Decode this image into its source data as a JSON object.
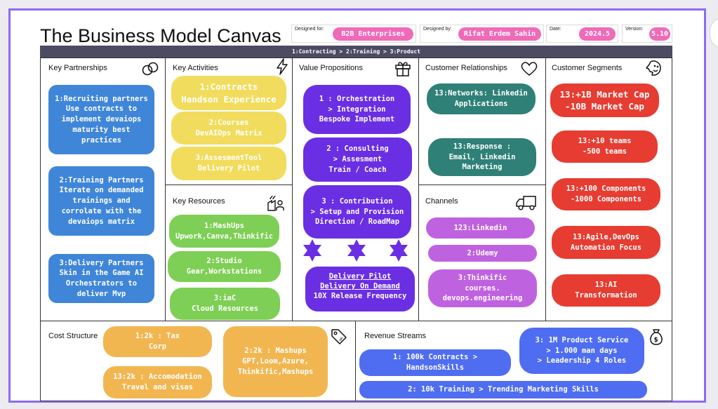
{
  "header": {
    "title": "The Business Model Canvas",
    "designed_for_label": "Designed for:",
    "designed_for_value": "B2B Enterprises",
    "designed_by_label": "Designed by:",
    "designed_by_value": "Rifat Erdem Sahin",
    "date_label": "Date:",
    "date_value": "2024.5",
    "version_label": "Version:",
    "version_value": "5.10"
  },
  "breadcrumb": "1:Contracting > 2:Training > 3:Product",
  "key_partnerships": {
    "title": "Key Partnerships",
    "items": [
      "1:Recruiting partners\nUse contracts to\nimplement devaiops\nmaturity best\npractices",
      "2:Training Partners\nIterate on demanded\ntrainings and\ncorrolate with the\ndevaiops matrix",
      "3:Delivery Partners\nSkin in the Game AI\nOrchestrators to\ndeliver Mvp"
    ]
  },
  "key_activities": {
    "title": "Key Activities",
    "items": [
      "1:Contracts\nHandson Experience",
      "2:Courses\nDevAIOps Matrix",
      "3:AssesmentTool\nDelivery Pilot"
    ]
  },
  "key_resources": {
    "title": "Key Resources",
    "items": [
      "1:MashUps\nUpwork,Canva,Thinkific",
      "2:Studio\nGear,Workstations",
      "3:iaC\nCloud Resources"
    ]
  },
  "value_propositions": {
    "title": "Value Propositions",
    "items": [
      "1 : Orchestration\n> Integration\nBespoke Implement",
      "2 : Consulting\n> Assesment\nTrain / Coach",
      "3 : Contribution\n> Setup and Provision\nDirection / RoadMap"
    ],
    "highlight_lines": [
      "Delivery Pilot",
      "Delivery On Demand",
      "10X Release Frequency"
    ]
  },
  "customer_relationships": {
    "title": "Customer Relationships",
    "items": [
      "13:Networks: Linkedin\nApplications",
      "13:Response :\nEmail, Linkedin\nMarketing"
    ]
  },
  "channels": {
    "title": "Channels",
    "items": [
      "123:Linkedin",
      "2:Udemy",
      "3:Thinkific\ncourses.\ndevops.engineering"
    ]
  },
  "customer_segments": {
    "title": "Customer Segments",
    "items": [
      "13:+1B  Market Cap\n-10B Market Cap",
      "13:+10 teams\n-500 teams",
      "13:+100 Components\n-1000 Components",
      "13:Agile,DevOps\nAutomation Focus",
      "13:AI\nTransformation"
    ]
  },
  "cost_structure": {
    "title": "Cost Structure",
    "items": [
      "1:2k : Tax\nCorp",
      "2:2k : Mashups\nGPT,Loom,Azure,\nThinkific,Mashups",
      "13:2k : Accomodation\nTravel and visas"
    ]
  },
  "revenue_streams": {
    "title": "Revenue Streams",
    "items": [
      "1: 100k Contracts >\nHandsonSkills",
      "3: 1M Product Service\n> 1.000 man days\n> Leadership 4 Roles",
      "2: 10k Training > Trending Marketing Skills"
    ]
  },
  "colors": {
    "accent_frame": "#8c6cf2",
    "header_bar": "#4b4b63",
    "partners_blue": "#3f86d8",
    "activities_yellow": "#f2dc5d",
    "resources_green": "#7ecf55",
    "value_purple": "#6a2ee3",
    "relationships_teal": "#2f8077",
    "channels_lilac": "#bf62e0",
    "segments_red": "#e63c32",
    "cost_orange": "#f2b651",
    "revenue_blue": "#4f6df0",
    "meta_pink": "#f06ab8"
  },
  "icons": {
    "partnerships": "link-icon",
    "activities": "lightning-icon",
    "value": "gift-icon",
    "relationships": "heart-icon",
    "segments": "smiley-face-icon",
    "resources": "factory-person-icon",
    "channels": "truck-icon",
    "cost": "price-tag-icon",
    "revenue": "money-bag-icon"
  }
}
